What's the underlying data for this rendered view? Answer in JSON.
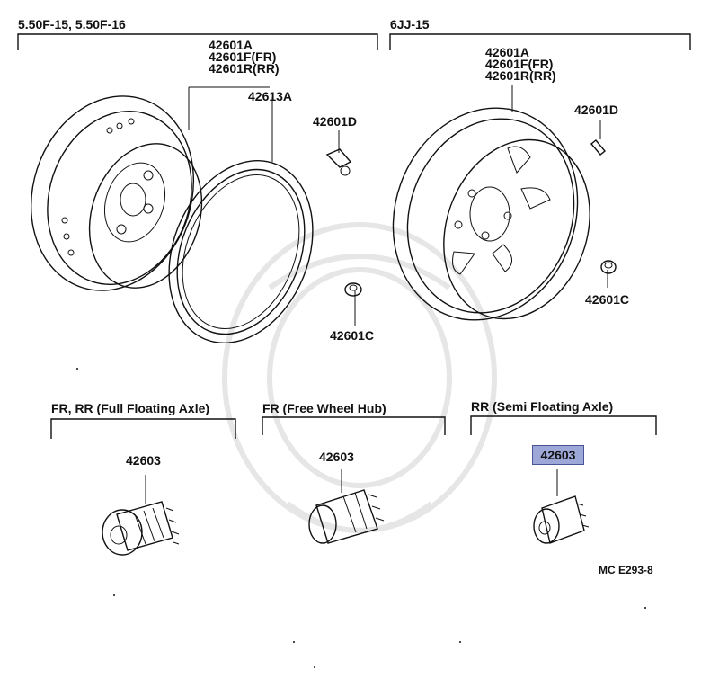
{
  "groups": {
    "steel_wheel": "5.50F-15, 5.50F-16",
    "alloy_wheel": "6JJ-15",
    "hub_full": "FR, RR (Full Floating Axle)",
    "hub_free": "FR (Free Wheel Hub)",
    "hub_semi": "RR (Semi Floating Axle)"
  },
  "parts_left": {
    "wheel_a": "42601A",
    "wheel_f": "42601F",
    "wheel_f_note": "(FR)",
    "wheel_r": "42601R",
    "wheel_r_note": "(RR)",
    "rim": "42613A",
    "valve": "42601D",
    "nut": "42601C"
  },
  "parts_right": {
    "wheel_a": "42601A",
    "wheel_f": "42601F",
    "wheel_f_note": "(FR)",
    "wheel_r": "42601R",
    "wheel_r_note": "(RR)",
    "valve": "42601D",
    "nut": "42601C"
  },
  "hub_caps": {
    "full": "42603",
    "free": "42603",
    "semi": "42603"
  },
  "diagram_code": "MC  E293-8",
  "colors": {
    "highlight": "#9ea8d8",
    "highlight_border": "#4a5598",
    "line": "#111111"
  }
}
